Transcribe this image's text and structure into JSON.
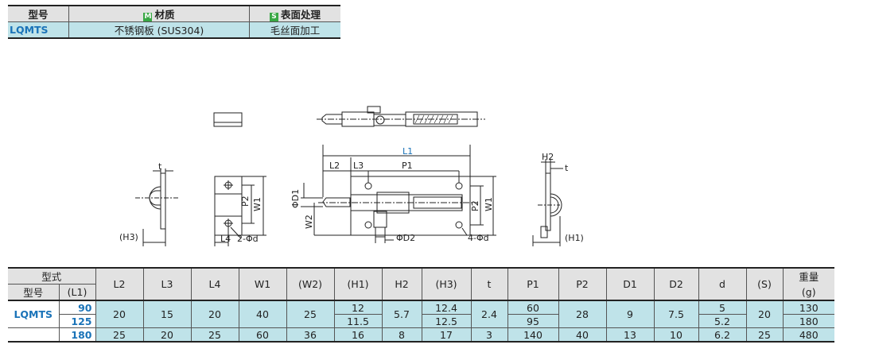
{
  "material_table": {
    "headers": {
      "model": "型号",
      "material": "材质",
      "surface": "表面处理"
    },
    "badges": {
      "material": "M",
      "surface": "S"
    },
    "row": {
      "model": "LQMTS",
      "material": "不锈钢板 (SUS304)",
      "surface": "毛丝面加工"
    }
  },
  "drawing_labels": {
    "L1": "L1",
    "L2": "L2",
    "L3": "L3",
    "L4": "L4",
    "P1": "P1",
    "P2": "P2",
    "W1": "W1",
    "W2": "W2",
    "H1": "(H1)",
    "H2": "H2",
    "H3": "(H3)",
    "t": "t",
    "D1": "ΦD1",
    "D2": "ΦD2",
    "holes_2": "2-Φd",
    "holes_4": "4-Φd"
  },
  "dimension_table": {
    "header_left": {
      "type": "型式",
      "model": "型号",
      "length": "(L1)"
    },
    "columns": [
      "L2",
      "L3",
      "L4",
      "W1",
      "(W2)",
      "(H1)",
      "H2",
      "(H3)",
      "t",
      "P1",
      "P2",
      "D1",
      "D2",
      "d",
      "(S)"
    ],
    "weight_header": [
      "重量",
      "(g)"
    ],
    "model": "LQMTS",
    "lengths": [
      "90",
      "125",
      "180"
    ],
    "group_shared": {
      "L2": "20",
      "L3": "15",
      "L4": "20",
      "W1": "40",
      "W2": "25",
      "H1": [
        "12",
        "11.5"
      ],
      "H2": "5.7",
      "H3": [
        "12.4",
        "12.5"
      ],
      "t": "2.4",
      "P1": [
        "60",
        "95"
      ],
      "P2": "28",
      "D1": "9",
      "D2": "7.5",
      "d": [
        "5",
        "5.2"
      ],
      "S": "20",
      "weight": [
        "130",
        "180"
      ]
    },
    "row_180": [
      "25",
      "20",
      "25",
      "60",
      "36",
      "16",
      "8",
      "17",
      "3",
      "140",
      "40",
      "13",
      "10",
      "6.2",
      "25",
      "480"
    ]
  }
}
